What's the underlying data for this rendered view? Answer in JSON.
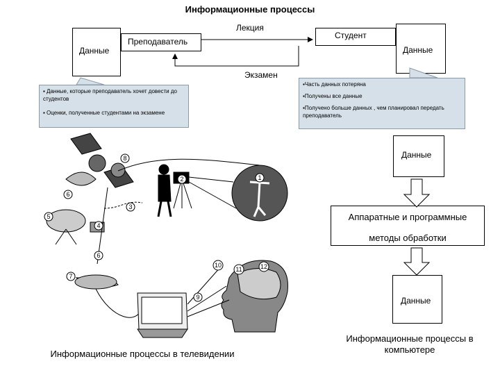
{
  "title": "Информационные процессы",
  "top": {
    "lecture": "Лекция",
    "exam": "Экзамен",
    "teacher": "Преподаватель",
    "student": "Студент",
    "data_left": "Данные",
    "data_right": "Данные"
  },
  "callout_left": [
    "▪ Данные, которые преподаватель хочет довести до студентов",
    "▪ Оценки, полученные студентами на экзамене"
  ],
  "callout_right": [
    "▪Часть данных потеряна",
    "▪Получены все данные",
    "▪Получено больше данных , чем планировал передать преподаватель"
  ],
  "computer": {
    "data_top": "Данные",
    "methods_line1": "Аппаратные и программные",
    "methods_line2": "методы обработки",
    "data_bottom": "Данные",
    "caption": "Информационные процессы в компьютере"
  },
  "tv": {
    "caption": "Информационные процессы в телевидении",
    "markers": [
      "1",
      "2",
      "3",
      "4",
      "5",
      "6",
      "7",
      "8",
      "9",
      "10",
      "11",
      "12"
    ]
  }
}
